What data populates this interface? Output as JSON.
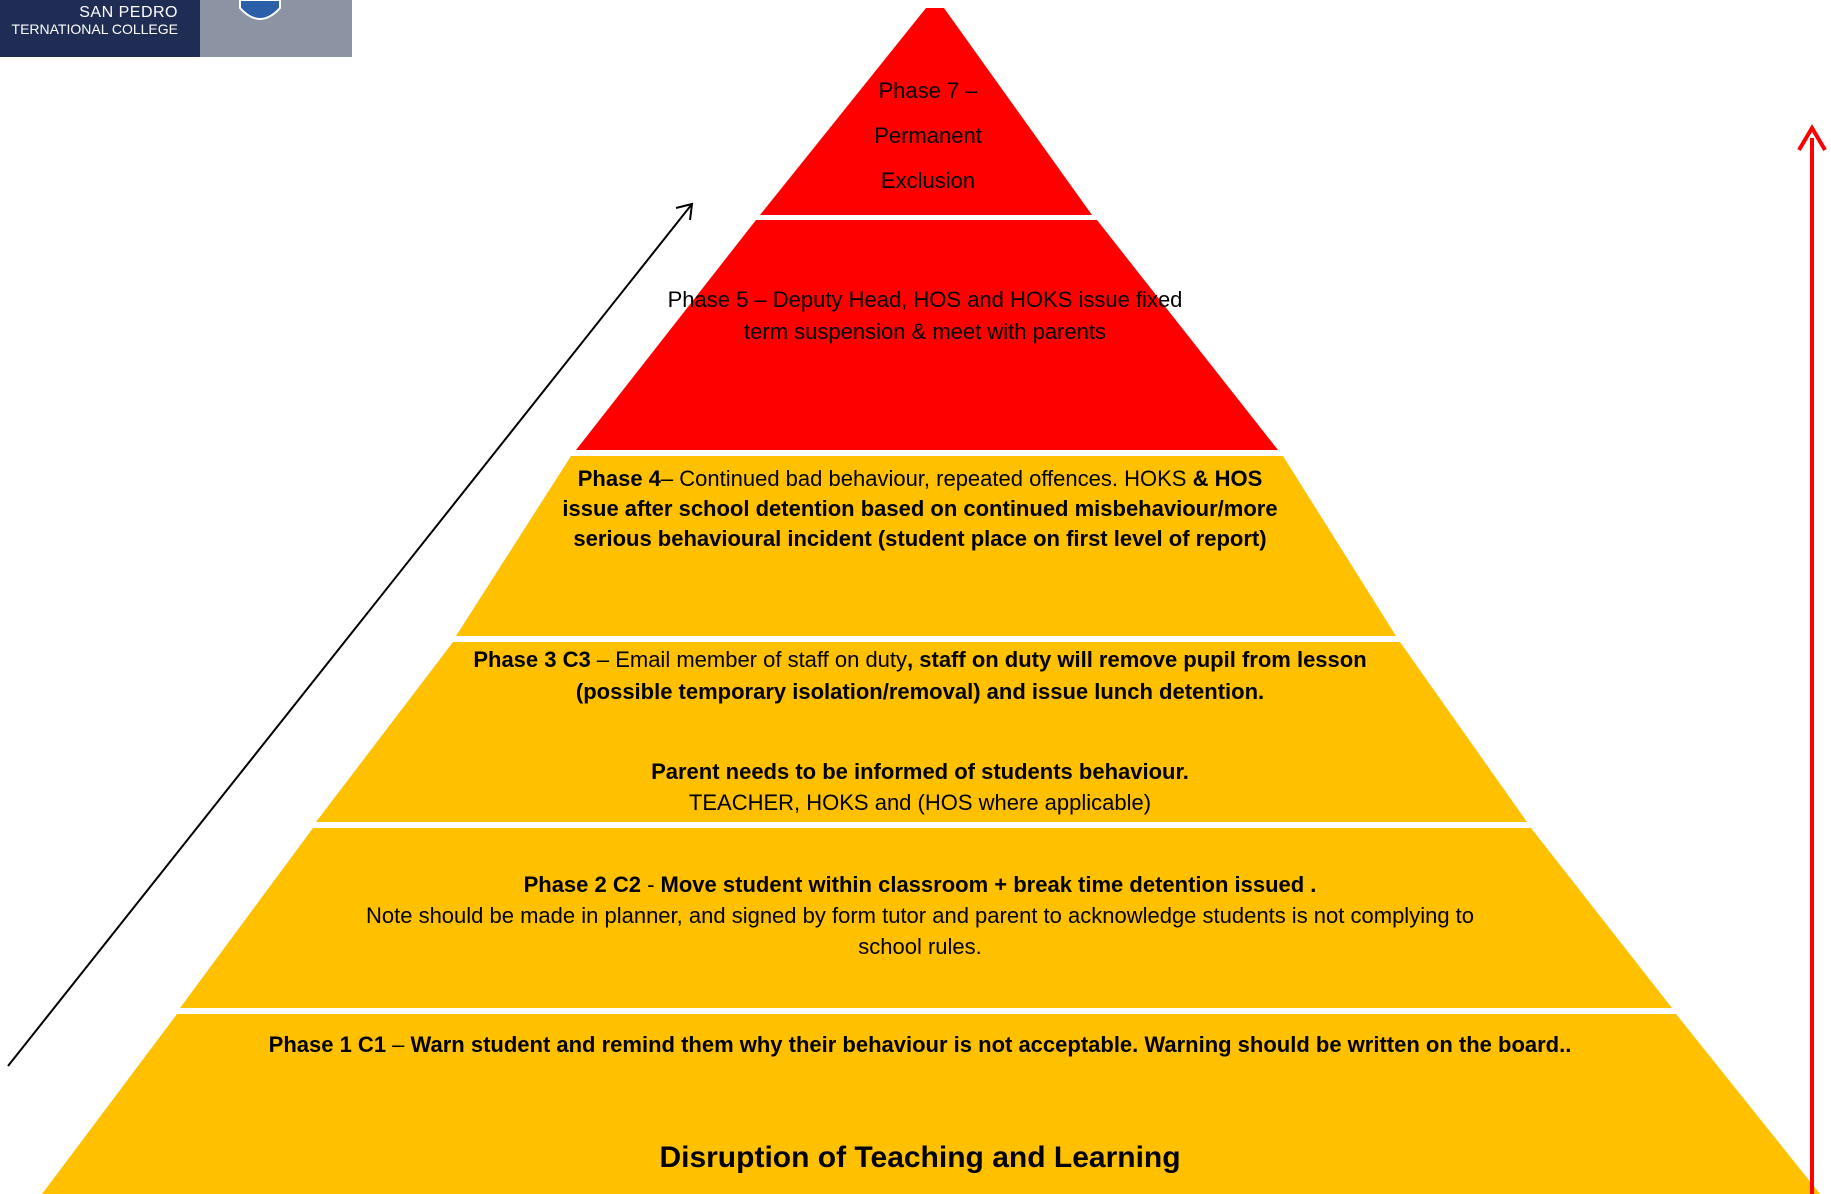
{
  "logo": {
    "line1": "SAN PEDRO",
    "line2": "TERNATIONAL COLLEGE"
  },
  "colors": {
    "red": "#ff0000",
    "amber": "#ffc000",
    "logo_navy": "#1f2d55",
    "logo_gray": "#8c93a3"
  },
  "pyramid": {
    "phase7": {
      "line1": "Phase 7 –",
      "line2": "Permanent",
      "line3": "Exclusion"
    },
    "phase5": {
      "text": "Phase 5 – Deputy Head, HOS and HOKS issue fixed term suspension  & meet with parents"
    },
    "phase4": {
      "lead": "Phase 4",
      "text_a": "– Continued bad behaviour, repeated offences. HOKS ",
      "text_b": "& HOS issue after school detention based on continued misbehaviour/more serious behavioural incident (student place on first  level of report)"
    },
    "phase3": {
      "lead": "Phase 3 C3",
      "text_a": " – Email member of staff on duty",
      "text_b": ", staff on duty will remove pupil from lesson (possible temporary isolation/removal) and issue lunch detention.",
      "parent_line": "Parent needs to be informed of students behaviour.",
      "who_line": "TEACHER, HOKS and (HOS where applicable)"
    },
    "phase2": {
      "lead": "Phase 2 C2",
      "dash": " - ",
      "bold_text": "Move student within classroom + break time detention issued .",
      "text": "Note should be made in planner, and signed by form tutor and parent to acknowledge students is not complying to school rules."
    },
    "phase1": {
      "lead": "Phase 1 C1",
      "dash": " – ",
      "bold_text": "Warn student and remind them why their behaviour is not acceptable. Warning should be written on the board.."
    },
    "base_label": "Disruption of Teaching and Learning"
  }
}
